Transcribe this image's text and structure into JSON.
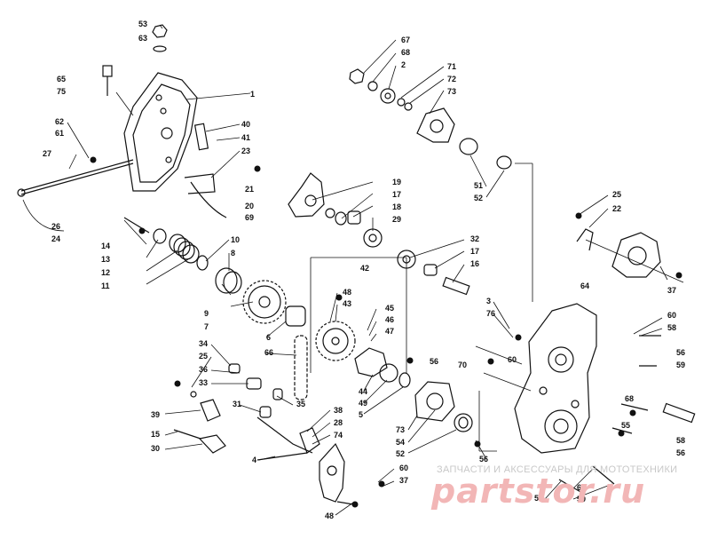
{
  "diagram": {
    "callouts": [
      {
        "id": "c53",
        "text": "53"
      },
      {
        "id": "c63a",
        "text": "63"
      },
      {
        "id": "c65",
        "text": "65"
      },
      {
        "id": "c75",
        "text": "75"
      },
      {
        "id": "c1",
        "text": "1"
      },
      {
        "id": "c40",
        "text": "40"
      },
      {
        "id": "c41",
        "text": "41"
      },
      {
        "id": "c23",
        "text": "23"
      },
      {
        "id": "c62",
        "text": "62"
      },
      {
        "id": "c61",
        "text": "61"
      },
      {
        "id": "c27",
        "text": "27"
      },
      {
        "id": "c26",
        "text": "26"
      },
      {
        "id": "c24",
        "text": "24"
      },
      {
        "id": "c21",
        "text": "21"
      },
      {
        "id": "c20",
        "text": "20"
      },
      {
        "id": "c69",
        "text": "69"
      },
      {
        "id": "c19",
        "text": "19"
      },
      {
        "id": "c17a",
        "text": "17"
      },
      {
        "id": "c18",
        "text": "18"
      },
      {
        "id": "c29",
        "text": "29"
      },
      {
        "id": "c67",
        "text": "67"
      },
      {
        "id": "c68",
        "text": "68"
      },
      {
        "id": "c2",
        "text": "2"
      },
      {
        "id": "c71",
        "text": "71"
      },
      {
        "id": "c72",
        "text": "72"
      },
      {
        "id": "c73a",
        "text": "73"
      },
      {
        "id": "c51",
        "text": "51"
      },
      {
        "id": "c52a",
        "text": "52"
      },
      {
        "id": "c25a",
        "text": "25"
      },
      {
        "id": "c22",
        "text": "22"
      },
      {
        "id": "c14",
        "text": "14"
      },
      {
        "id": "c13",
        "text": "13"
      },
      {
        "id": "c12",
        "text": "12"
      },
      {
        "id": "c11",
        "text": "11"
      },
      {
        "id": "c10",
        "text": "10"
      },
      {
        "id": "c8",
        "text": "8"
      },
      {
        "id": "c32",
        "text": "32"
      },
      {
        "id": "c17b",
        "text": "17"
      },
      {
        "id": "c16",
        "text": "16"
      },
      {
        "id": "c42",
        "text": "42"
      },
      {
        "id": "c64",
        "text": "64"
      },
      {
        "id": "c37a",
        "text": "37"
      },
      {
        "id": "c3",
        "text": "3"
      },
      {
        "id": "c76",
        "text": "76"
      },
      {
        "id": "c60a",
        "text": "60"
      },
      {
        "id": "c58a",
        "text": "58"
      },
      {
        "id": "c9",
        "text": "9"
      },
      {
        "id": "c7",
        "text": "7"
      },
      {
        "id": "c48a",
        "text": "48"
      },
      {
        "id": "c43",
        "text": "43"
      },
      {
        "id": "c45",
        "text": "45"
      },
      {
        "id": "c46",
        "text": "46"
      },
      {
        "id": "c47",
        "text": "47"
      },
      {
        "id": "c6",
        "text": "6"
      },
      {
        "id": "c34",
        "text": "34"
      },
      {
        "id": "c66",
        "text": "66"
      },
      {
        "id": "c25b",
        "text": "25"
      },
      {
        "id": "c36",
        "text": "36"
      },
      {
        "id": "c33",
        "text": "33"
      },
      {
        "id": "c56a",
        "text": "56"
      },
      {
        "id": "c70",
        "text": "70"
      },
      {
        "id": "c60b",
        "text": "60"
      },
      {
        "id": "c56b",
        "text": "56"
      },
      {
        "id": "c59",
        "text": "59"
      },
      {
        "id": "c44",
        "text": "44"
      },
      {
        "id": "c49",
        "text": "49"
      },
      {
        "id": "c5",
        "text": "5"
      },
      {
        "id": "c68b",
        "text": "68"
      },
      {
        "id": "c39",
        "text": "39"
      },
      {
        "id": "c31",
        "text": "31"
      },
      {
        "id": "c35",
        "text": "35"
      },
      {
        "id": "c38",
        "text": "38"
      },
      {
        "id": "c28",
        "text": "28"
      },
      {
        "id": "c74",
        "text": "74"
      },
      {
        "id": "c73b",
        "text": "73"
      },
      {
        "id": "c54",
        "text": "54"
      },
      {
        "id": "c52b",
        "text": "52"
      },
      {
        "id": "c55",
        "text": "55"
      },
      {
        "id": "c58b",
        "text": "58"
      },
      {
        "id": "c56c",
        "text": "56"
      },
      {
        "id": "c15",
        "text": "15"
      },
      {
        "id": "c30",
        "text": "30"
      },
      {
        "id": "c4",
        "text": "4"
      },
      {
        "id": "c56d",
        "text": "56"
      },
      {
        "id": "c60c",
        "text": "60"
      },
      {
        "id": "c37b",
        "text": "37"
      },
      {
        "id": "c57",
        "text": "57"
      },
      {
        "id": "c63b",
        "text": "63"
      },
      {
        "id": "c50",
        "text": "50"
      },
      {
        "id": "c48b",
        "text": "48"
      }
    ]
  },
  "watermark": {
    "tagline": "ЗАПЧАСТИ И АКСЕССУАРЫ ДЛЯ МОТОТЕХНИКИ",
    "brand": "partstor.ru",
    "color": "#e88a8a"
  }
}
